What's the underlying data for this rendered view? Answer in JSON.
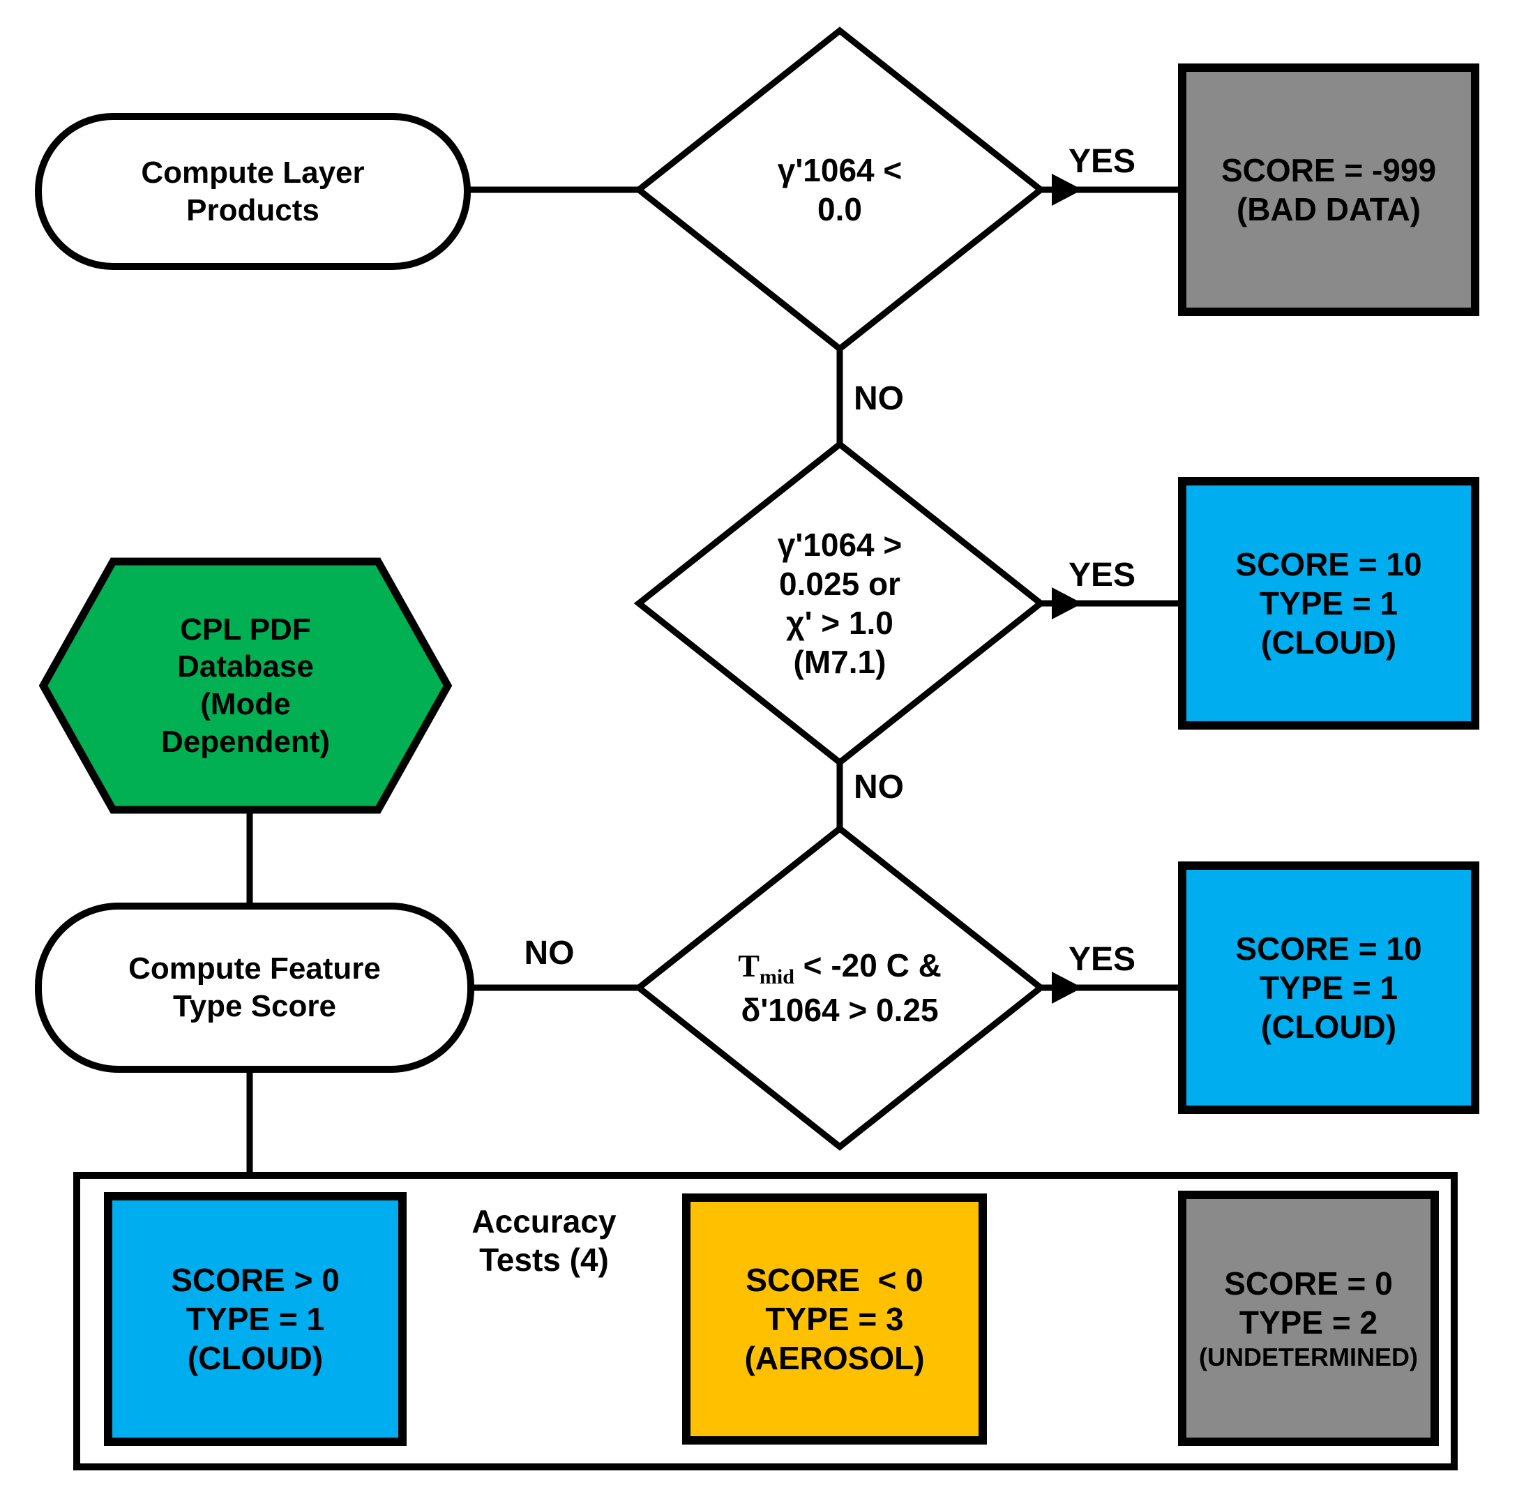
{
  "colors": {
    "cloud_blue": "#00AEEF",
    "database_green": "#00B052",
    "aerosol_orange": "#FFC000",
    "neutral_gray": "#8A8A8A",
    "outline_black": "#000000",
    "shape_white": "#FFFFFF"
  },
  "nodes": {
    "compute_layer_products": {
      "shape": "stadium",
      "label": "Compute Layer\nProducts"
    },
    "gamma_negative_check": {
      "shape": "diamond",
      "label": "γ'1064 <\n0.0"
    },
    "bad_data_result": {
      "shape": "rect",
      "label": "SCORE = -999\n(BAD DATA)"
    },
    "cloud_threshold_check": {
      "shape": "diamond",
      "label": "γ'1064 >\n0.025 or\nχ' > 1.0\n(M7.1)"
    },
    "cloud_result_top": {
      "shape": "rect",
      "label": "SCORE = 10\nTYPE = 1\n(CLOUD)"
    },
    "temperature_check": {
      "shape": "diamond",
      "t": "T",
      "t_sub": "mid",
      "line1_rest": " < -20 C &",
      "line2": "δ'1064 > 0.25"
    },
    "cloud_result_mid": {
      "shape": "rect",
      "label": "SCORE = 10\nTYPE = 1\n(CLOUD)"
    },
    "cpl_pdf_database": {
      "shape": "hexagon",
      "label": "CPL PDF\nDatabase\n(Mode\nDependent)"
    },
    "compute_feature_type_score": {
      "shape": "stadium",
      "label": "Compute Feature\nType Score"
    },
    "cloud_final_result": {
      "shape": "rect",
      "label": "SCORE > 0\nTYPE = 1\n(CLOUD)"
    },
    "aerosol_final_result": {
      "shape": "rect",
      "label": "SCORE  < 0\nTYPE = 3\n(AEROSOL)"
    },
    "undetermined_final_result": {
      "shape": "rect",
      "line1": "SCORE = 0",
      "line2": "TYPE = 2",
      "line3": "(UNDETERMINED)"
    }
  },
  "edge_labels": {
    "yes_bad_data": "YES",
    "no_after_bad_data": "NO",
    "yes_cloud_top": "YES",
    "no_after_cloud_top": "NO",
    "no_to_feature_score": "NO",
    "yes_cloud_mid": "YES",
    "accuracy_tests": "Accuracy\nTests (4)"
  }
}
